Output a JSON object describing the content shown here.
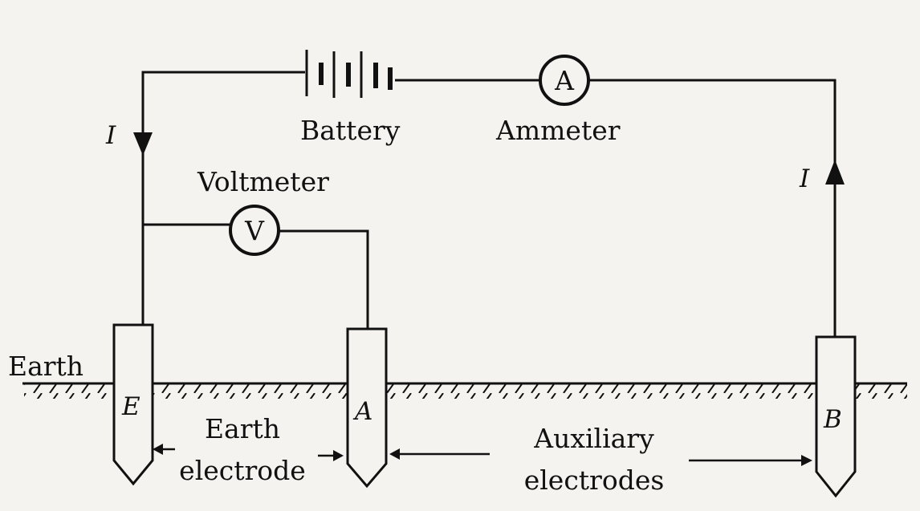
{
  "labels": {
    "battery": "Battery",
    "ammeter": "Ammeter",
    "voltmeter": "Voltmeter",
    "ammeter_symbol": "A",
    "voltmeter_symbol": "V",
    "current_left": "I",
    "current_right": "I",
    "earth": "Earth",
    "electrode_e": "E",
    "electrode_a": "A",
    "electrode_b": "B",
    "earth_electrode_line1": "Earth",
    "earth_electrode_line2": "electrode",
    "auxiliary_line1": "Auxiliary",
    "auxiliary_line2": "electrodes"
  },
  "colors": {
    "ink": "#111111",
    "paper": "#f4f3ef"
  }
}
